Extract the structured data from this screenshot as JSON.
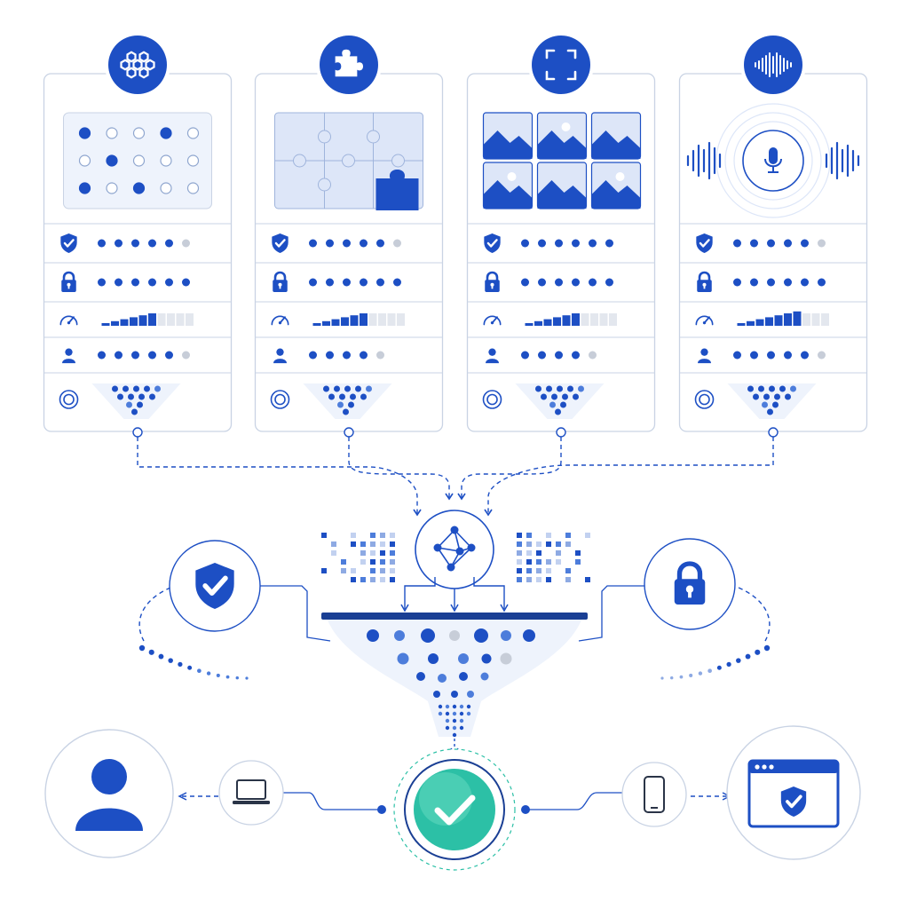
{
  "theme": {
    "primary": "#1d4fc4",
    "mid": "#4d7ddb",
    "light": "#dde6f8",
    "pale": "#eef3fc",
    "stroke": "#c9d3e4",
    "gray": "#c7cdd8",
    "teal": "#2cc0a6",
    "tealLight": "#64d9c0"
  },
  "cards": [
    {
      "icon": "honeycomb-icon",
      "panel": "dot-grid",
      "rows": [
        {
          "icon": "shield-check-icon",
          "type": "dots",
          "level": 5,
          "of": 6
        },
        {
          "icon": "padlock-icon",
          "type": "dots",
          "level": 6,
          "of": 6
        },
        {
          "icon": "gauge-icon",
          "type": "bars",
          "level": 6,
          "of": 10
        },
        {
          "icon": "person-icon",
          "type": "dots",
          "level": 5,
          "of": 6
        },
        {
          "icon": "target-icon",
          "type": "funnel"
        }
      ]
    },
    {
      "icon": "puzzle-icon",
      "panel": "puzzle",
      "rows": [
        {
          "icon": "shield-check-icon",
          "type": "dots",
          "level": 5,
          "of": 6
        },
        {
          "icon": "padlock-icon",
          "type": "dots",
          "level": 6,
          "of": 6
        },
        {
          "icon": "gauge-icon",
          "type": "bars",
          "level": 6,
          "of": 10
        },
        {
          "icon": "person-icon",
          "type": "dots",
          "level": 4,
          "of": 5
        },
        {
          "icon": "target-icon",
          "type": "funnel"
        }
      ]
    },
    {
      "icon": "scan-frame-icon",
      "panel": "image-grid",
      "rows": [
        {
          "icon": "shield-check-icon",
          "type": "dots",
          "level": 6,
          "of": 6
        },
        {
          "icon": "padlock-icon",
          "type": "dots",
          "level": 6,
          "of": 6
        },
        {
          "icon": "gauge-icon",
          "type": "bars",
          "level": 6,
          "of": 10
        },
        {
          "icon": "person-icon",
          "type": "dots",
          "level": 4,
          "of": 5
        },
        {
          "icon": "target-icon",
          "type": "funnel"
        }
      ]
    },
    {
      "icon": "sound-wave-icon",
      "panel": "voice",
      "rows": [
        {
          "icon": "shield-check-icon",
          "type": "dots",
          "level": 5,
          "of": 6
        },
        {
          "icon": "padlock-icon",
          "type": "dots",
          "level": 6,
          "of": 6
        },
        {
          "icon": "gauge-icon",
          "type": "bars",
          "level": 7,
          "of": 10
        },
        {
          "icon": "person-icon",
          "type": "dots",
          "level": 5,
          "of": 6
        },
        {
          "icon": "target-icon",
          "type": "funnel"
        }
      ]
    }
  ],
  "hub": {
    "icon": "network-graph-icon"
  },
  "side_nodes": [
    {
      "icon": "shield-check-icon"
    },
    {
      "icon": "padlock-icon"
    }
  ],
  "bottom_nodes": [
    {
      "icon": "user-icon"
    },
    {
      "icon": "laptop-icon"
    },
    {
      "icon": "check-icon"
    },
    {
      "icon": "smartphone-icon"
    },
    {
      "icon": "secure-browser-icon"
    }
  ]
}
